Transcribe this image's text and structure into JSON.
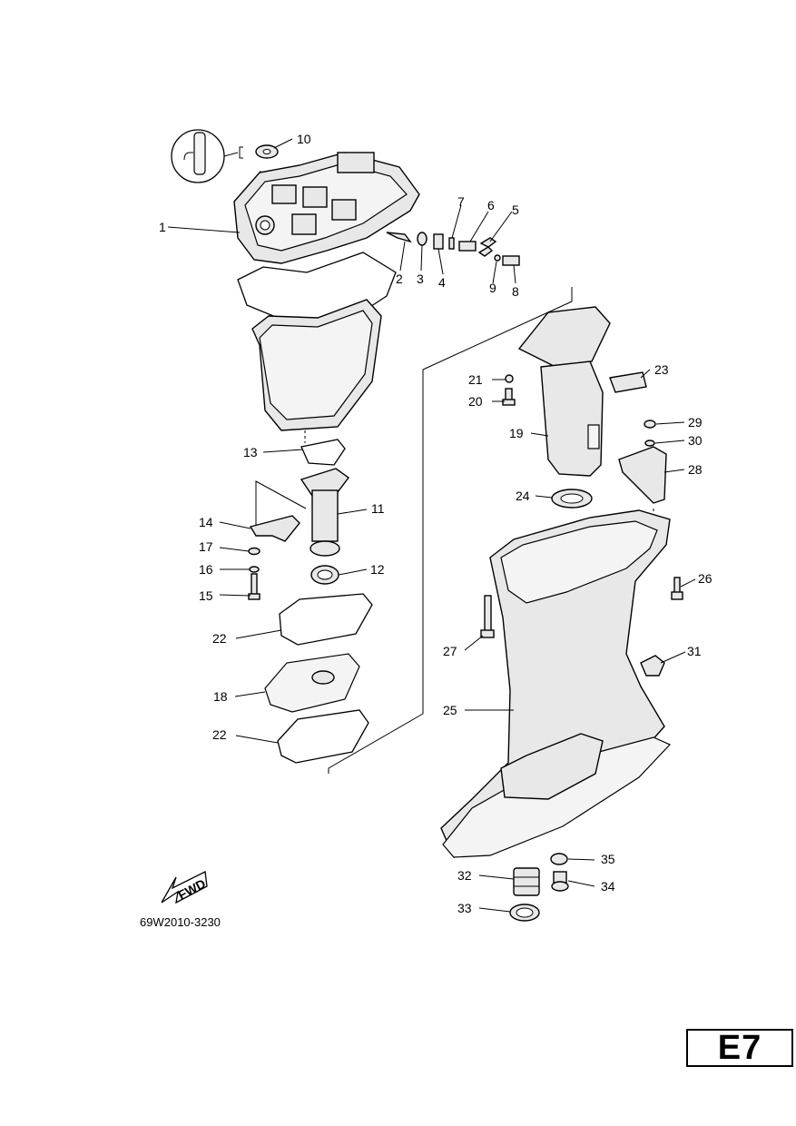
{
  "diagram": {
    "part_labels": [
      "1",
      "2",
      "3",
      "4",
      "5",
      "6",
      "7",
      "8",
      "9",
      "10",
      "11",
      "12",
      "13",
      "14",
      "15",
      "16",
      "17",
      "18",
      "19",
      "20",
      "21",
      "22",
      "22",
      "23",
      "24",
      "25",
      "26",
      "27",
      "28",
      "29",
      "30",
      "31",
      "32",
      "33",
      "34",
      "35"
    ],
    "fwd_label": "FWD",
    "figure_code": "69W2010-3230"
  },
  "page": {
    "section_code": "E7"
  }
}
